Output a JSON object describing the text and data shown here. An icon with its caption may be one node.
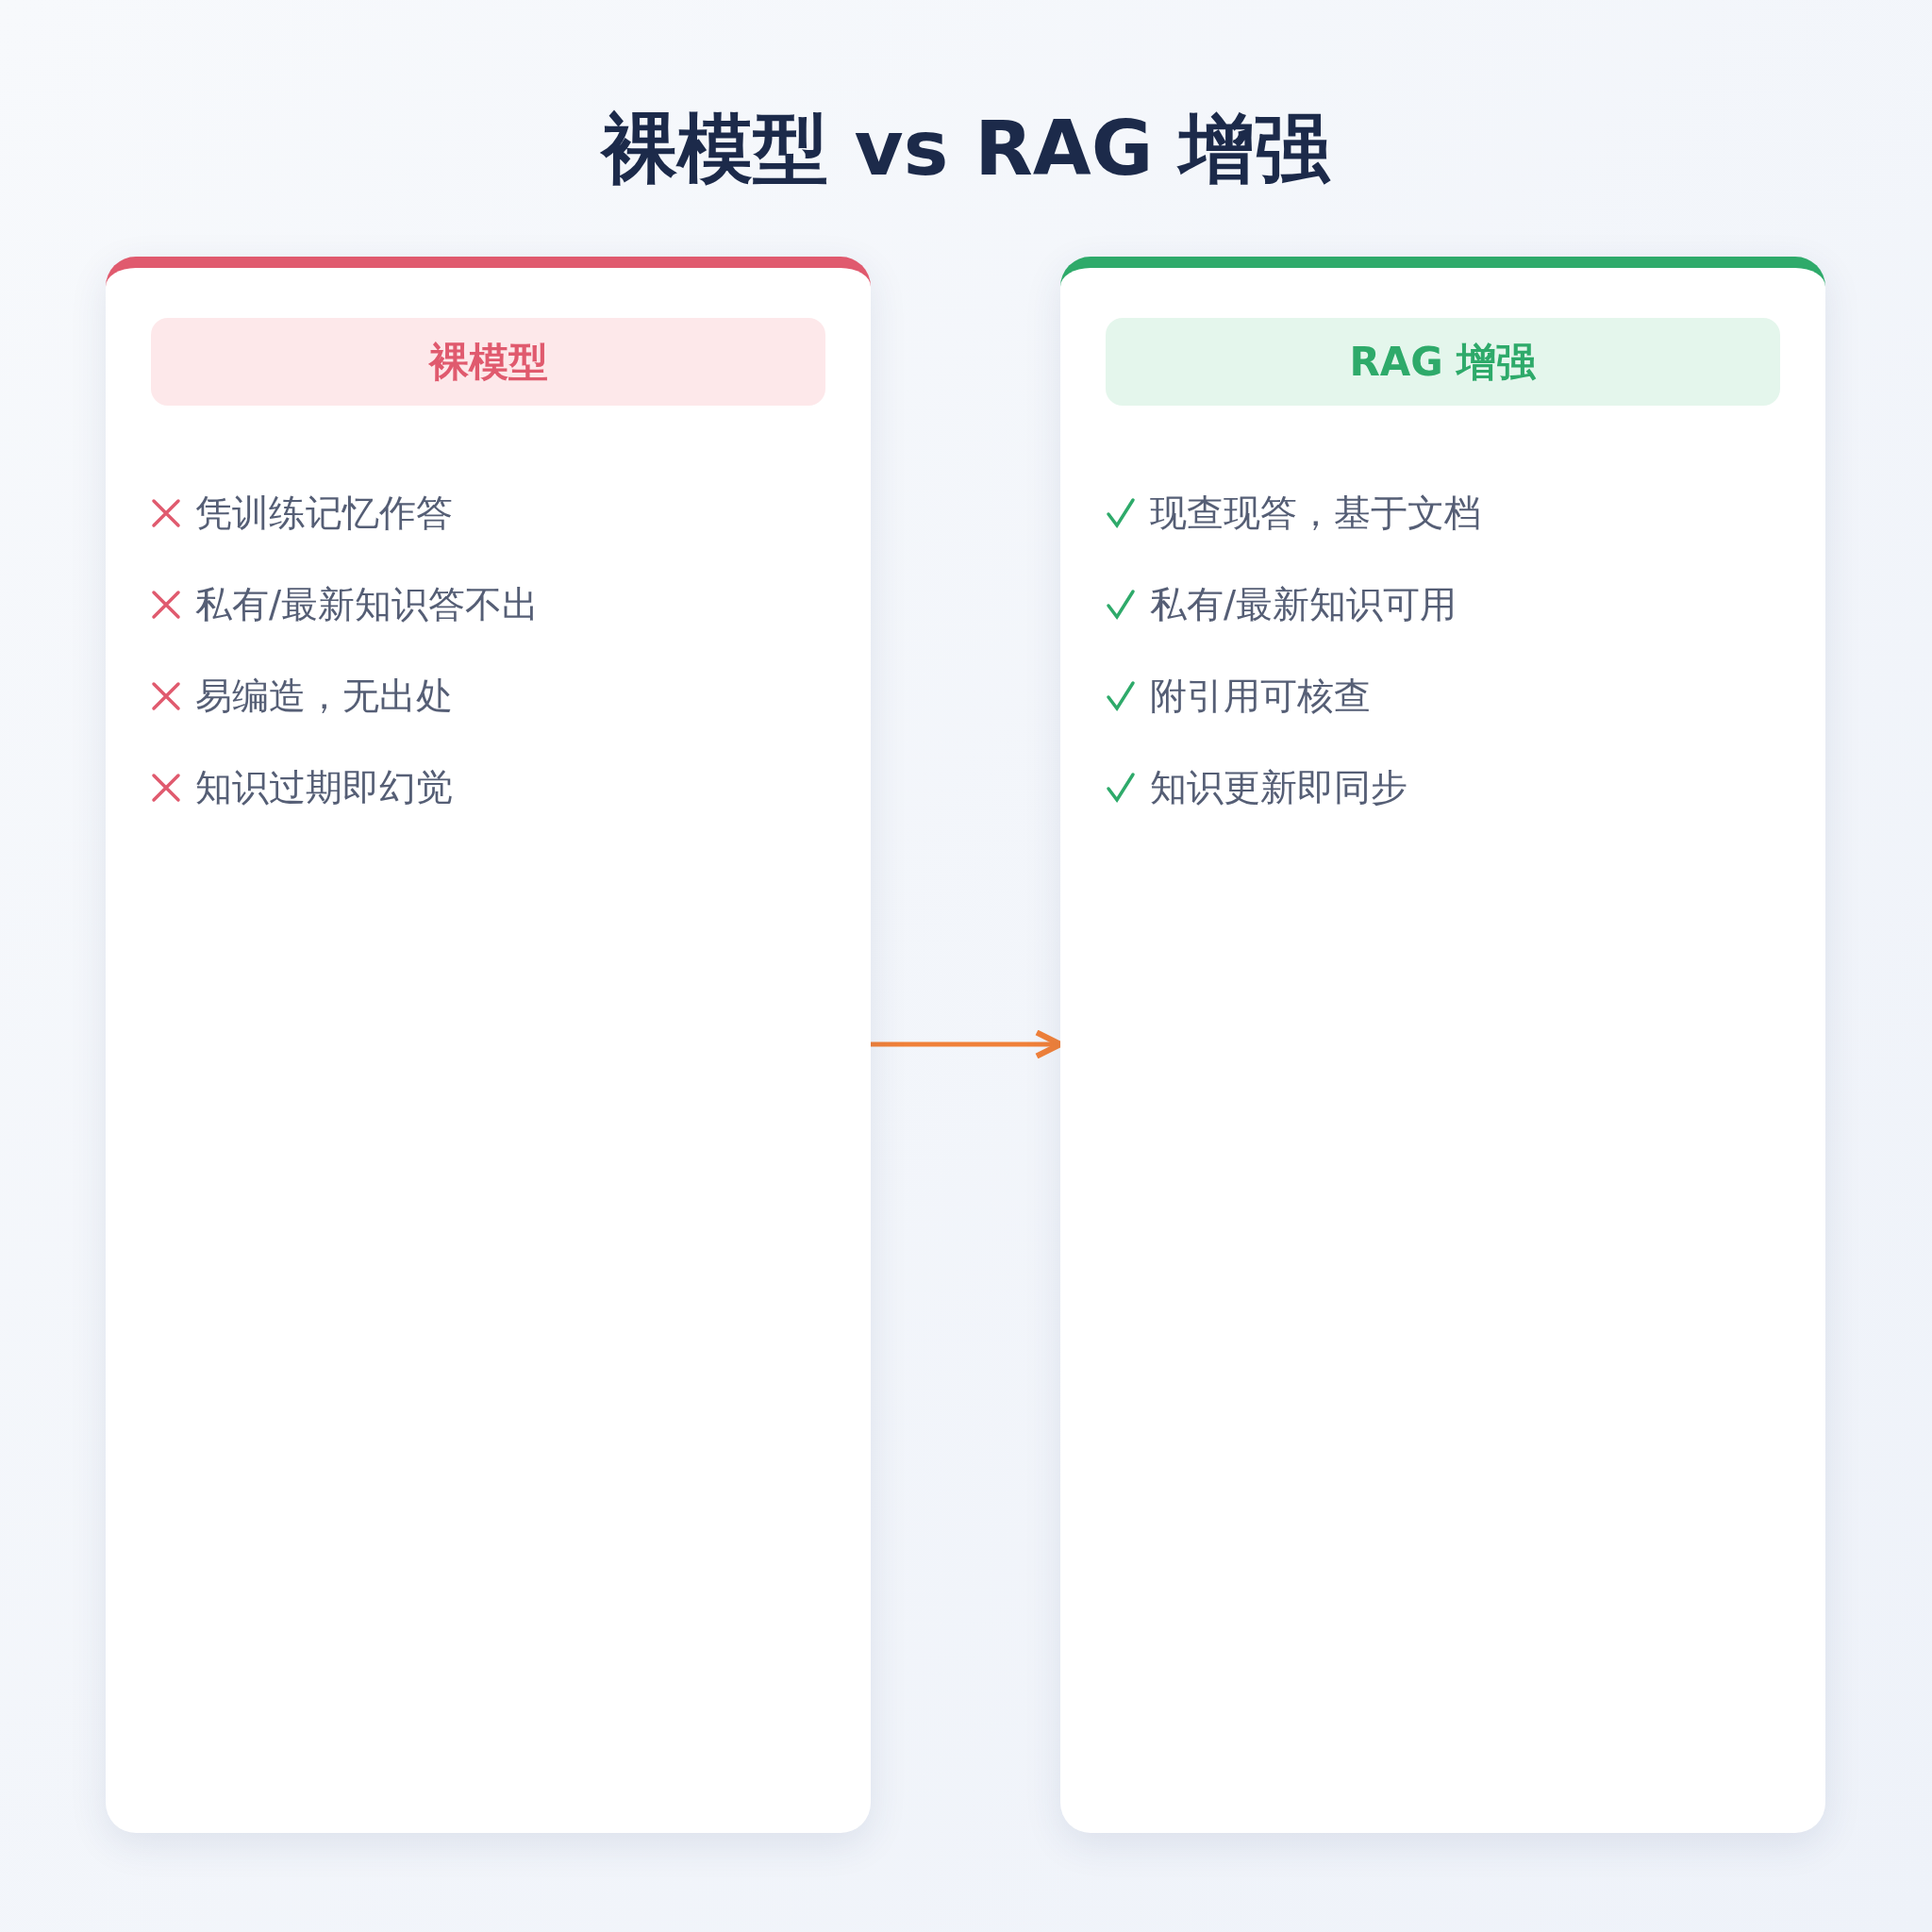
{
  "diagram": {
    "title": "裸模型 vs RAG 增强",
    "nodes": [
      {
        "text": [
          "裸模型",
          "凭训练记忆作答",
          "私有/最新知识答不出",
          "易编造，无出处",
          "知识过期即幻觉"
        ]
      },
      {
        "text": [
          "RAG 增强",
          "现查现答，基于文档",
          "私有/最新知识可用",
          "附引用可核查",
          "知识更新即同步"
        ]
      }
    ],
    "edges": [
      {
        "from": 0,
        "to": 1,
        "arrow": "to"
      }
    ]
  }
}
